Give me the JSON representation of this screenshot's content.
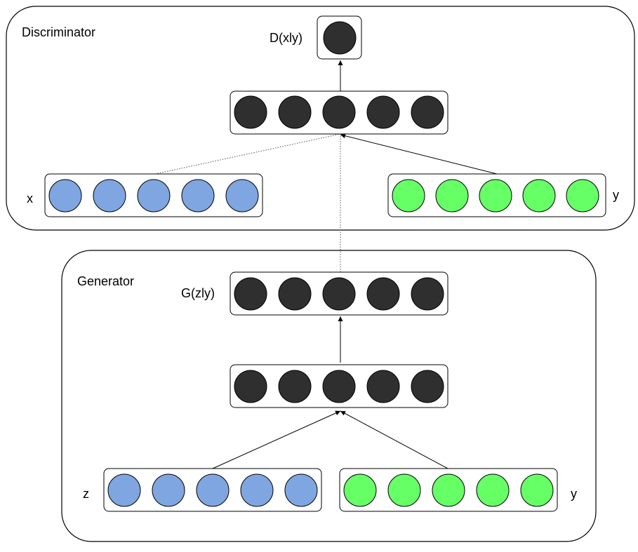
{
  "discriminator": {
    "title": "Discriminator",
    "output_label": "D(xly)",
    "x_label": "x",
    "y_label": "y"
  },
  "generator": {
    "title": "Generator",
    "output_label": "G(zly)",
    "z_label": "z",
    "y_label": "y"
  },
  "colors": {
    "hidden_node": "#2f2f2f",
    "input_x_z_node": "#7fa6e0",
    "input_y_node": "#66ff66",
    "outline": "#000000"
  }
}
